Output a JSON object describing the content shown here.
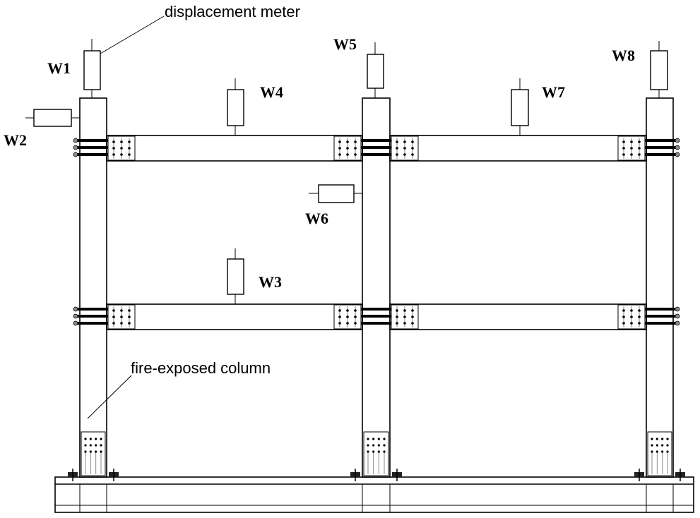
{
  "annotations": {
    "meter_callout": "displacement meter",
    "column_callout": "fire-exposed column"
  },
  "meters": [
    {
      "id": "W1",
      "orientation": "vertical"
    },
    {
      "id": "W2",
      "orientation": "horizontal"
    },
    {
      "id": "W3",
      "orientation": "vertical"
    },
    {
      "id": "W4",
      "orientation": "vertical"
    },
    {
      "id": "W5",
      "orientation": "vertical"
    },
    {
      "id": "W6",
      "orientation": "horizontal"
    },
    {
      "id": "W7",
      "orientation": "vertical"
    },
    {
      "id": "W8",
      "orientation": "vertical"
    }
  ]
}
